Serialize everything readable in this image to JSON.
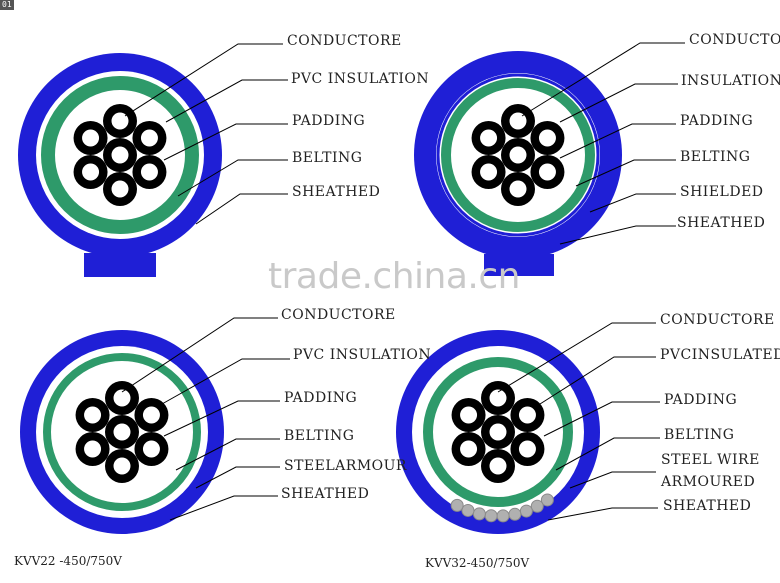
{
  "corner_tag": "01",
  "watermark": "trade.china.cn",
  "diagrams": [
    {
      "labels": [
        "CONDUCTORE",
        "PVC INSULATION",
        "PADDING",
        "BELTING",
        "SHEATHED"
      ],
      "model": ""
    },
    {
      "labels": [
        "CONDUCTOR",
        "INSULATION",
        "PADDING",
        "BELTING",
        "SHIELDED",
        "SHEATHED"
      ],
      "model": ""
    },
    {
      "labels": [
        "CONDUCTORE",
        "PVC  INSULATION",
        "PADDING",
        "BELTING",
        "STEELARMOUR",
        "SHEATHED"
      ],
      "model": "KVV22 -450/750V"
    },
    {
      "labels": [
        "CONDUCTORE",
        "PVCINSULATED",
        "PADDING",
        "BELTING",
        "STEEL WIRE",
        "ARMOURED",
        "SHEATHED"
      ],
      "model": "KVV32-450/750V"
    }
  ],
  "colors": {
    "outer_sheath": "#1f1fd6",
    "insulation_band": "#2e9a6a",
    "core": "#000000",
    "leader": "#000000",
    "steel_wire": "#b0b0b0"
  }
}
